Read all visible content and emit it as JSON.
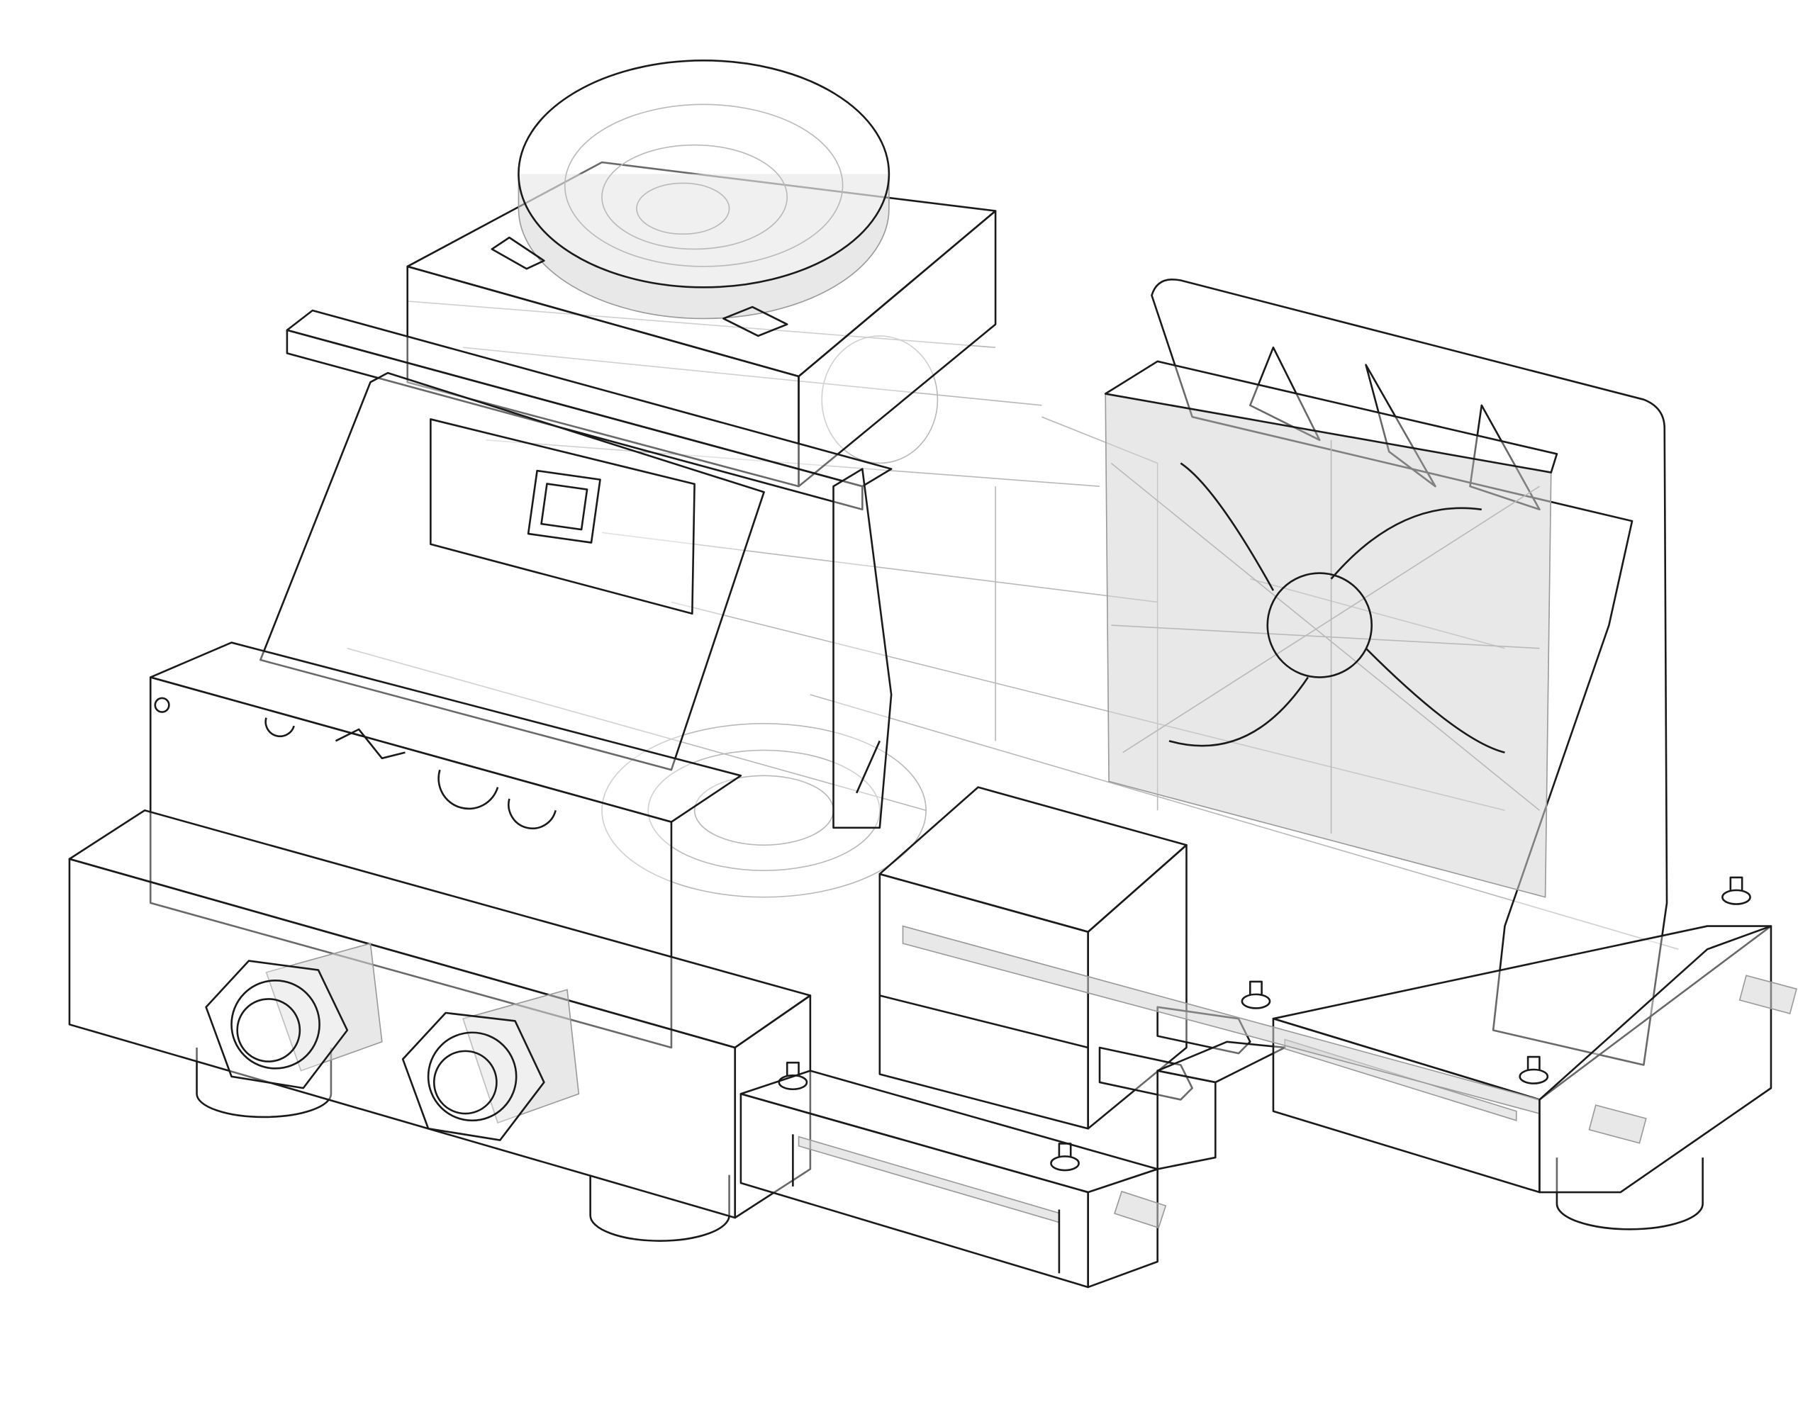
{
  "drawing": {
    "style": "isometric CAD line drawing, transparent parts",
    "colors": {
      "background": "#ffffff",
      "outline": "#1a1a1a",
      "hidden_lines": "#b9b9b9",
      "shaded_parts": "#d6d6d6"
    },
    "components": [
      "round-fan-top",
      "upper-enclosure-box",
      "cpu-mount-bracket",
      "rear-fan-plate",
      "square-fan",
      "lower-front-enclosure",
      "hex-fittings",
      "water-block-cube",
      "threaded-rod-rails",
      "feet"
    ]
  }
}
